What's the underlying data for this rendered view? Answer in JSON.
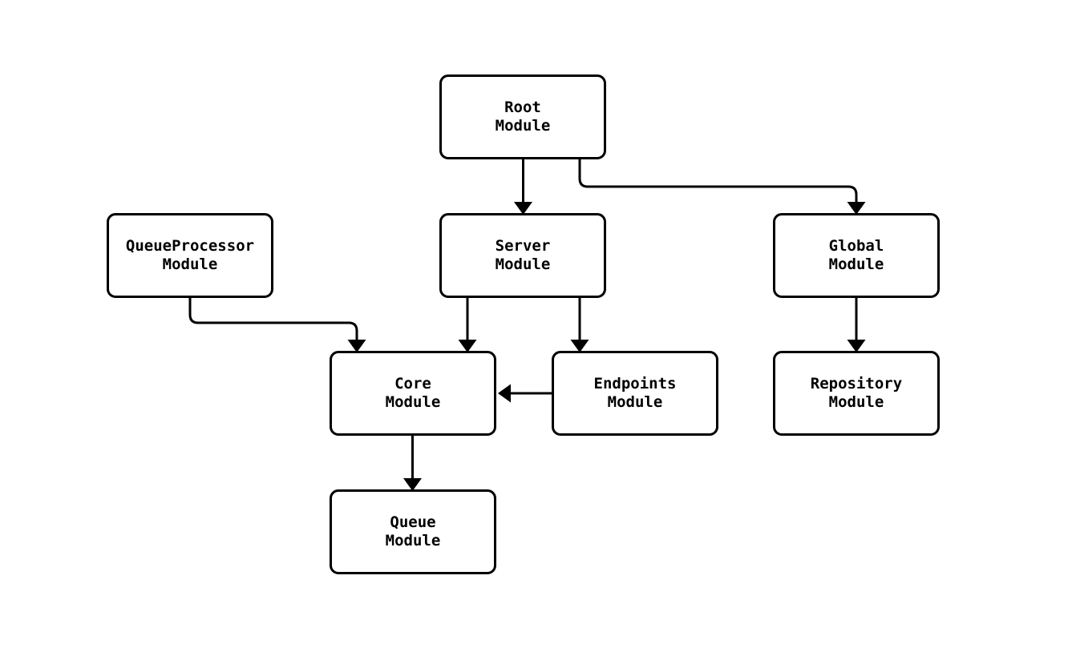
{
  "diagram": {
    "type": "flowchart",
    "direction": "top-down",
    "colors": {
      "background": "#ffffff",
      "node_fill": "#ffffff",
      "node_border": "#000000",
      "edge": "#000000",
      "text": "#000000"
    },
    "nodes": {
      "root": {
        "label": "Root\nModule"
      },
      "queueprocessor": {
        "label": "QueueProcessor\nModule"
      },
      "server": {
        "label": "Server\nModule"
      },
      "global": {
        "label": "Global\nModule"
      },
      "core": {
        "label": "Core\nModule"
      },
      "endpoints": {
        "label": "Endpoints\nModule"
      },
      "repository": {
        "label": "Repository\nModule"
      },
      "queue": {
        "label": "Queue\nModule"
      }
    },
    "edges": [
      {
        "from": "Root Module",
        "to": "Server Module"
      },
      {
        "from": "Root Module",
        "to": "Global Module"
      },
      {
        "from": "QueueProcessor Module",
        "to": "Core Module"
      },
      {
        "from": "Server Module",
        "to": "Core Module"
      },
      {
        "from": "Server Module",
        "to": "Endpoints Module"
      },
      {
        "from": "Endpoints Module",
        "to": "Core Module"
      },
      {
        "from": "Global Module",
        "to": "Repository Module"
      },
      {
        "from": "Core Module",
        "to": "Queue Module"
      }
    ]
  }
}
